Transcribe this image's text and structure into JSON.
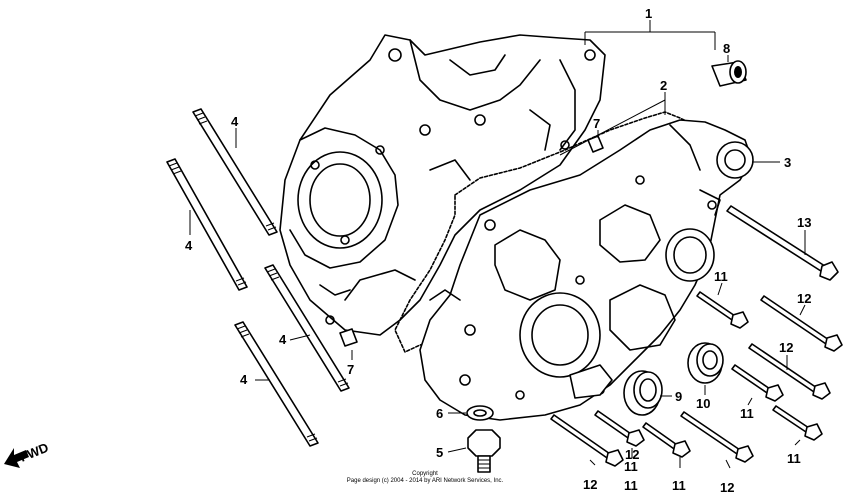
{
  "callouts": {
    "c1": "1",
    "c2": "2",
    "c3": "3",
    "c4a": "4",
    "c4b": "4",
    "c4c": "4",
    "c4d": "4",
    "c5": "5",
    "c6": "6",
    "c7a": "7",
    "c7b": "7",
    "c8": "8",
    "c9": "9",
    "c10": "10",
    "c11a": "11",
    "c11b": "11",
    "c11c": "11",
    "c11d": "11",
    "c11e": "11",
    "c11f": "11",
    "c12a": "12",
    "c12b": "12",
    "c12c": "12",
    "c12d": "12",
    "c12e": "12",
    "c13": "13"
  },
  "fwd_label": "FWD",
  "copyright": {
    "line1": "Copyright",
    "line2": "Page design (c) 2004 - 2014 by ARI Network Services, Inc."
  }
}
